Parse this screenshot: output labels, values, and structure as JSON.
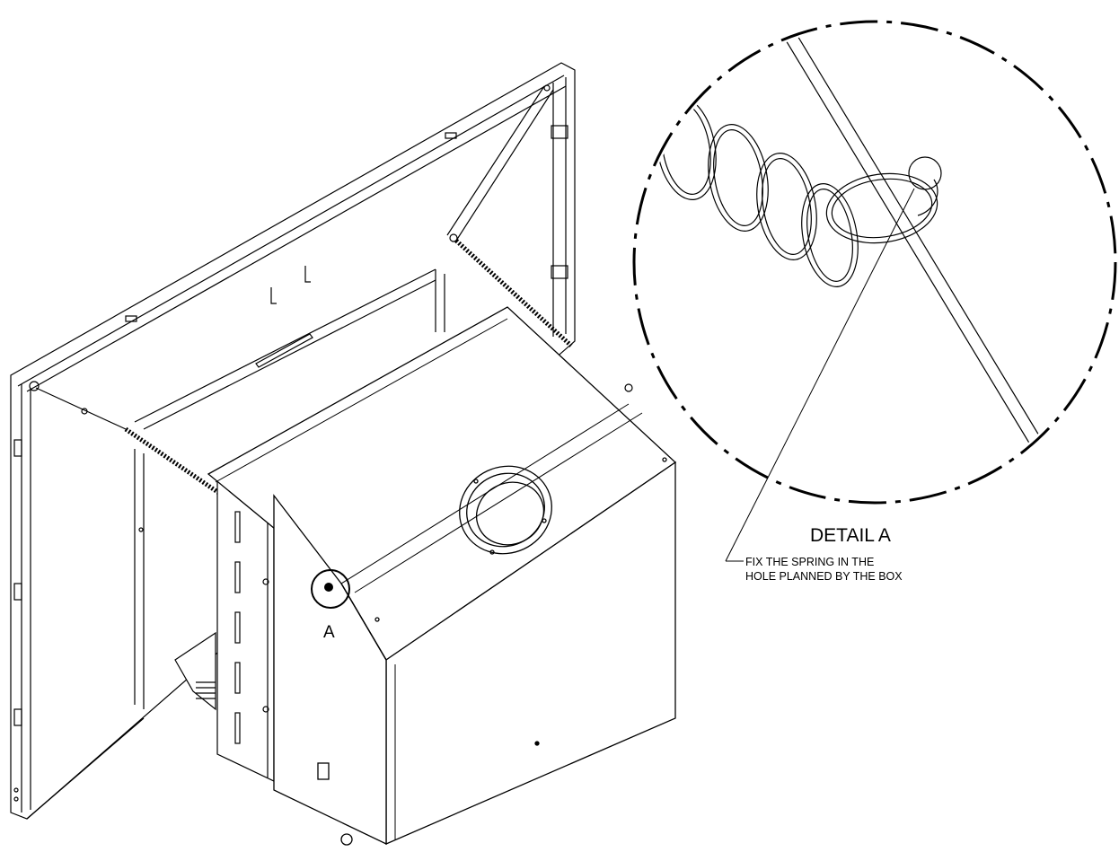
{
  "callout": {
    "letter": "A"
  },
  "detail": {
    "title": "DETAIL A",
    "note_line1": "FIX THE SPRING IN THE",
    "note_line2": "HOLE PLANNED BY THE BOX"
  },
  "colors": {
    "ink": "#000000",
    "paper": "#ffffff"
  }
}
